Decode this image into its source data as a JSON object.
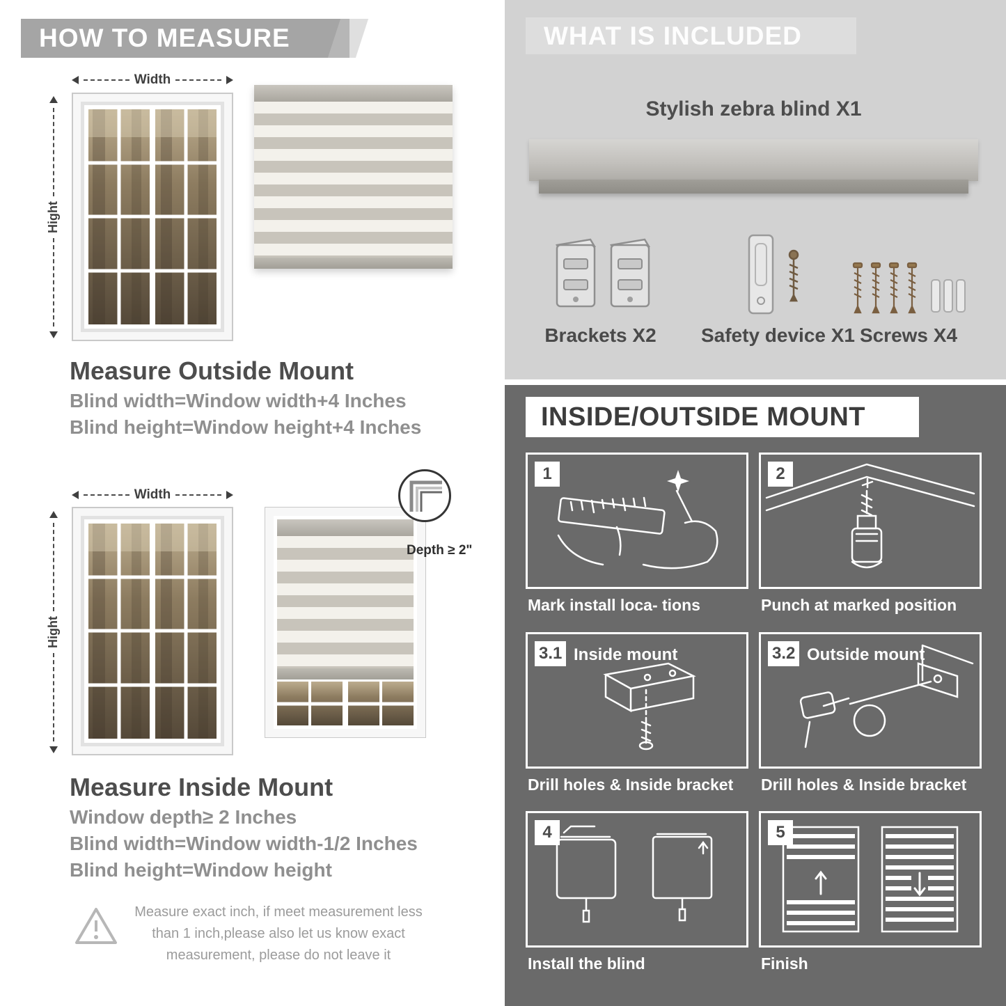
{
  "measure": {
    "header": "HOW TO MEASURE",
    "width_label": "Width",
    "height_label": "Hight",
    "outside": {
      "title": "Measure Outside Mount",
      "lines": [
        "Blind width=Window width+4 Inches",
        "Blind height=Window height+4 Inches"
      ]
    },
    "inside": {
      "title": "Measure Inside Mount",
      "depth_note": "Depth ≥ 2\"",
      "lines": [
        "Window depth≥ 2 Inches",
        "Blind width=Window width-1/2 Inches",
        "Blind height=Window height"
      ]
    },
    "warning": "Measure exact inch, if meet measurement less than 1 inch,please also let us know exact measurement, please do not leave it"
  },
  "included": {
    "header": "WHAT IS INCLUDED",
    "product_label": "Stylish zebra blind X1",
    "items": [
      {
        "name": "brackets",
        "label": "Brackets X2"
      },
      {
        "name": "safety-device",
        "label": "Safety device X1"
      },
      {
        "name": "screws",
        "label": "Screws X4"
      }
    ]
  },
  "mount": {
    "header": "INSIDE/OUTSIDE MOUNT",
    "steps": [
      {
        "num": "1",
        "caption": "Mark install loca- tions"
      },
      {
        "num": "2",
        "caption": "Punch at  marked position"
      },
      {
        "num": "3.1",
        "title": "Inside mount",
        "caption": "Drill holes &  Inside bracket"
      },
      {
        "num": "3.2",
        "title": "Outside mount",
        "caption": "Drill holes &  Inside bracket"
      },
      {
        "num": "4",
        "caption": "Install the blind"
      },
      {
        "num": "5",
        "caption": "Finish"
      }
    ]
  },
  "colors": {
    "left_banner": "#a5a5a5",
    "included_bg": "#d2d2d2",
    "mount_bg": "#6a6a6a",
    "heading_text": "#4d4d4d",
    "body_text": "#8f8f8f"
  }
}
